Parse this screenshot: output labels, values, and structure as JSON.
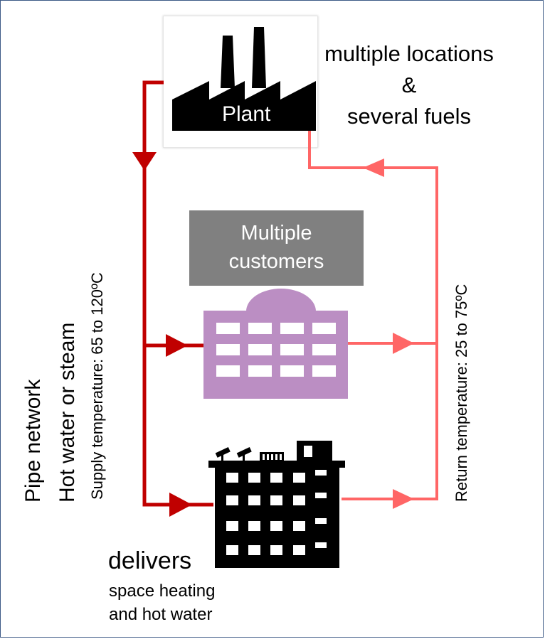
{
  "plant": {
    "label": "Plant"
  },
  "sources": {
    "line1": "multiple locations",
    "line2": "&",
    "line3": "several fuels"
  },
  "customers": {
    "line1": "Multiple",
    "line2": "customers"
  },
  "supply": {
    "label1": "Pipe network",
    "label2": "Hot water or steam",
    "temperature": "Supply temperature:  65 to 120ºC"
  },
  "return": {
    "temperature": "Return temperature:  25 to 75ºC"
  },
  "delivers": {
    "title": "delivers",
    "line1": "space heating",
    "line2": "and hot water"
  },
  "colors": {
    "supply_pipe": "#c00000",
    "return_pipe": "#ff6666",
    "customers_box": "#808080",
    "office_building": "#bb8ec3",
    "apartment_building": "#000000",
    "frame": "#3d5a86"
  },
  "icons": [
    "factory-icon",
    "office-building-icon",
    "apartment-building-icon"
  ]
}
